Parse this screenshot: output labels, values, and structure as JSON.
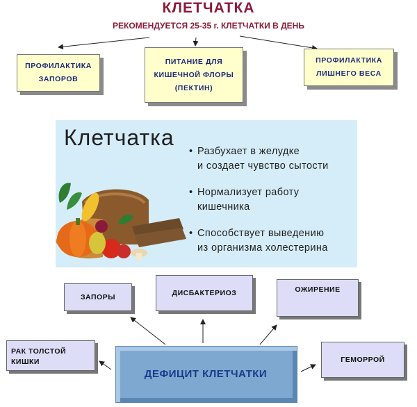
{
  "title": "КЛЕТЧАТКА",
  "subtitle": "РЕКОМЕНДУЕТСЯ 25-35 г. КЛЕТЧАТКИ В ДЕНЬ",
  "benefits": [
    {
      "line1": "ПРОФИЛАКТИКА",
      "line2": "ЗАПОРОВ"
    },
    {
      "line1": "ПИТАНИЕ ДЛЯ",
      "line2": "КИШЕЧНОЙ ФЛОРЫ",
      "line3": "(ПЕКТИН)"
    },
    {
      "line1": "ПРОФИЛАКТИКА",
      "line2": "ЛИШНЕГО ВЕСА"
    }
  ],
  "panel": {
    "title": "Клетчатка",
    "bullets": [
      {
        "line1": "Разбухает в желудке",
        "line2": "и создает чувство сытости"
      },
      {
        "line1": "Нормализует работу",
        "line2": "кишечника"
      },
      {
        "line1": "Способствует выведению",
        "line2": "из организма холестерина"
      }
    ]
  },
  "deficit": "ДЕФИЦИТ КЛЕТЧАТКИ",
  "consequences": {
    "constipation": "ЗАПОРЫ",
    "dysbacteriosis": "ДИСБАКТЕРИОЗ",
    "obesity": "ОЖИРЕНИЕ",
    "colon_cancer_line1": "РАК ТОЛСТОЙ",
    "colon_cancer_line2": "КИШКИ",
    "hemorrhoids": "ГЕМОРРОЙ"
  }
}
